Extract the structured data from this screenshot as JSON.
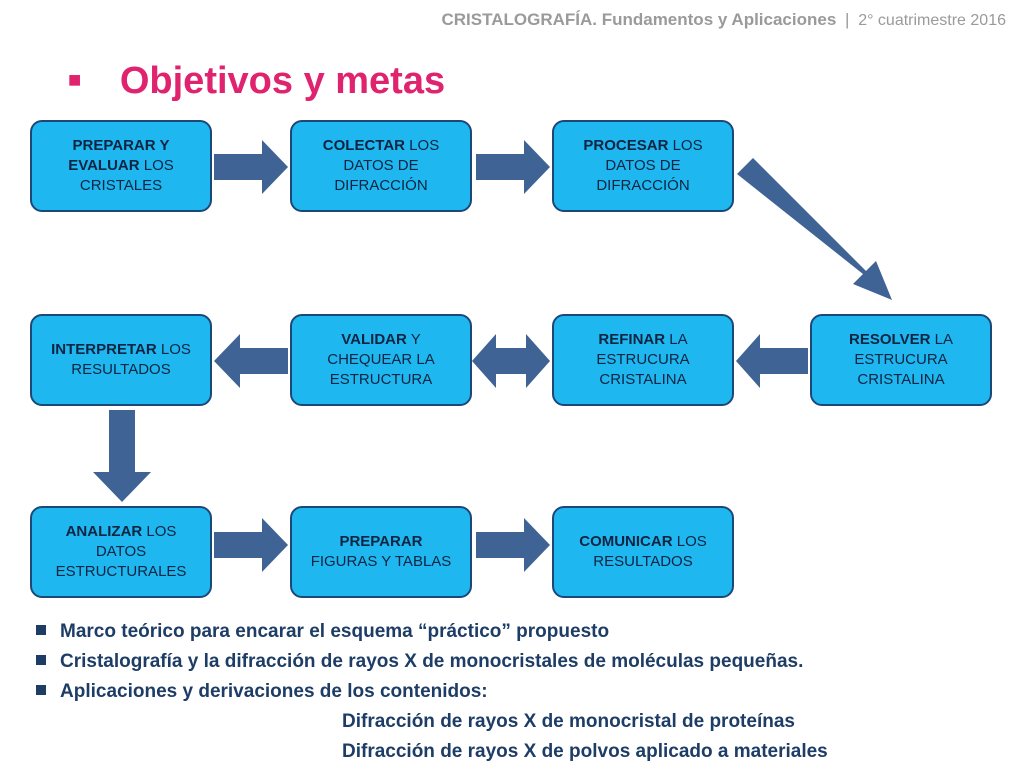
{
  "header": {
    "course": "CRISTALOGRAFÍA. Fundamentos y Aplicaciones",
    "separator": "|",
    "term": "2° cuatrimestre 2016"
  },
  "title": {
    "bullet": "■",
    "text": "Objetivos y metas"
  },
  "boxes": [
    {
      "bold": "PREPARAR Y EVALUAR",
      "rest": " LOS CRISTALES"
    },
    {
      "bold": "COLECTAR",
      "rest": "  LOS DATOS DE DIFRACCIÓN"
    },
    {
      "bold": "PROCESAR",
      "rest": " LOS DATOS DE DIFRACCIÓN"
    },
    {
      "bold": "INTERPRETAR",
      "rest": " LOS RESULTADOS"
    },
    {
      "bold": "VALIDAR",
      "rest": " Y CHEQUEAR LA ESTRUCTURA"
    },
    {
      "bold": "REFINAR",
      "rest": " LA ESTRUCURA CRISTALINA"
    },
    {
      "bold": "RESOLVER",
      "rest": " LA ESTRUCURA CRISTALINA"
    },
    {
      "bold": "ANALIZAR",
      "rest": " LOS DATOS ESTRUCTURALES"
    },
    {
      "bold": "PREPARAR",
      "rest": " FIGURAS Y TABLAS"
    },
    {
      "bold": "COMUNICAR",
      "rest": " LOS RESULTADOS"
    }
  ],
  "bullets": [
    "Marco teórico para encarar el esquema “práctico” propuesto",
    "Cristalografía y la difracción de rayos X de monocristales de moléculas pequeñas.",
    "Aplicaciones y derivaciones de los contenidos:"
  ],
  "sub_items": [
    "Difracción de rayos X de monocristal de proteínas",
    "Difracción de rayos X de polvos aplicado a materiales"
  ],
  "colors": {
    "title": "#e0236e",
    "box_fill": "#1fb7f0",
    "box_border": "#1c4877",
    "arrow": "#3f6394",
    "text": "#1e3d66",
    "header": "#9a9a9a"
  }
}
